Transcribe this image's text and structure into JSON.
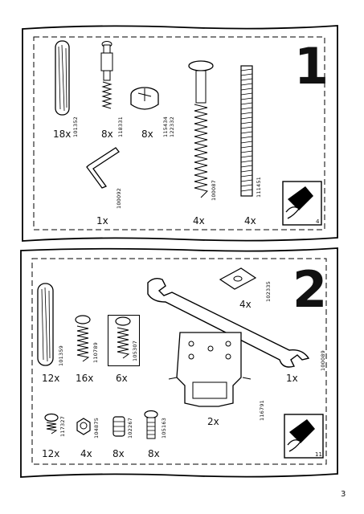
{
  "page_number": "3",
  "steps": [
    {
      "step_number": "1",
      "parts": [
        {
          "code": "101352",
          "qty": "18x",
          "icon": "wooden-dowel-icon"
        },
        {
          "code": "118331",
          "qty": "8x",
          "icon": "cam-bolt-icon"
        },
        {
          "code": "115434\n122332",
          "qty": "8x",
          "icon": "cam-lock-nut-icon"
        },
        {
          "code": "100092",
          "qty": "1x",
          "icon": "allen-key-icon"
        },
        {
          "code": "100087",
          "qty": "4x",
          "icon": "long-screw-icon"
        },
        {
          "code": "111451",
          "qty": "4x",
          "icon": "threaded-rod-icon"
        }
      ],
      "ref_page": "4"
    },
    {
      "step_number": "2",
      "parts": [
        {
          "code": "101359",
          "qty": "12x",
          "icon": "wooden-dowel-icon"
        },
        {
          "code": "110789",
          "qty": "16x",
          "icon": "screw-icon"
        },
        {
          "code": "105307",
          "qty": "6x",
          "icon": "screw-icon"
        },
        {
          "code": "102335",
          "qty": "4x",
          "icon": "corner-bracket-icon"
        },
        {
          "code": "100089",
          "qty": "1x",
          "icon": "wrench-icon"
        },
        {
          "code": "116791",
          "qty": "2x",
          "icon": "mounting-bracket-icon"
        },
        {
          "code": "117327",
          "qty": "12x",
          "icon": "short-screw-icon"
        },
        {
          "code": "104875",
          "qty": "4x",
          "icon": "hex-nut-icon"
        },
        {
          "code": "102267",
          "qty": "8x",
          "icon": "spacer-icon"
        },
        {
          "code": "105163",
          "qty": "8x",
          "icon": "bolt-icon"
        }
      ],
      "ref_page": "11"
    }
  ]
}
